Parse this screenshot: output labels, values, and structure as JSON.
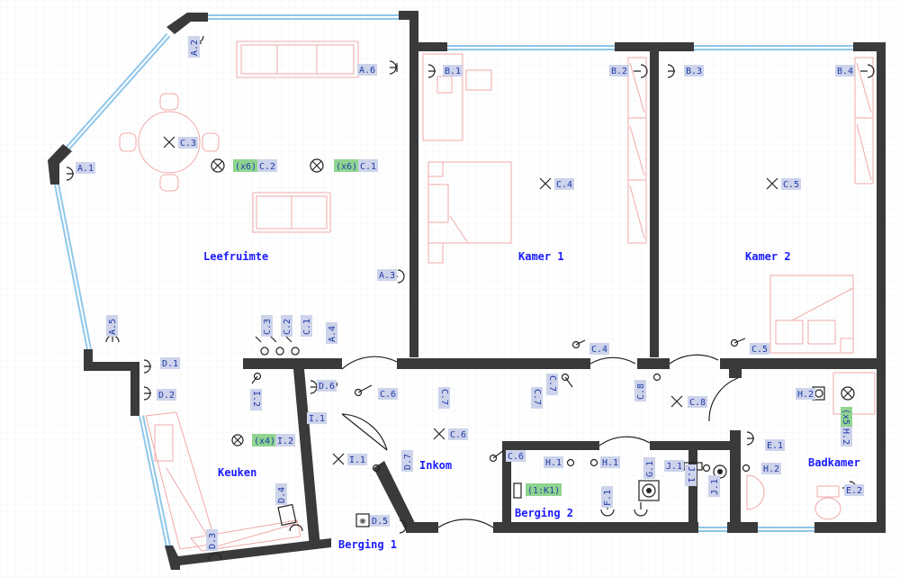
{
  "rooms": {
    "living": "Leefruimte",
    "room1": "Kamer 1",
    "room2": "Kamer 2",
    "entrance": "Inkom",
    "kitchen": "Keuken",
    "storage1": "Berging 1",
    "storage2": "Berging 2",
    "bathroom": "Badkamer"
  },
  "labels": {
    "A1": "A.1",
    "A2": "A.2",
    "A3": "A.3",
    "A4": "A.4",
    "A5": "A.5",
    "A6": "A.6",
    "B1": "B.1",
    "B2": "B.2",
    "B3": "B.3",
    "B4": "B.4",
    "C1": "C.1",
    "C2": "C.2",
    "C3": "C.3",
    "C4": "C.4",
    "C5": "C.5",
    "C6": "C.6",
    "C7": "C.7",
    "C8": "C.8",
    "D1": "D.1",
    "D2": "D.2",
    "D3": "D.3",
    "D4": "D.4",
    "D5": "D.5",
    "D6": "D.6",
    "D7": "D.7",
    "E1": "E.1",
    "E2": "E.2",
    "F1": "F.1",
    "G1": "G.1",
    "H1": "H.1",
    "H2": "H.2",
    "I1": "I.1",
    "I2": "I.2",
    "J1": "J.1"
  },
  "badges": {
    "x6": "(x6)",
    "x4": "(x4)",
    "x5": "(x5)",
    "k1": "(1:K1)"
  }
}
